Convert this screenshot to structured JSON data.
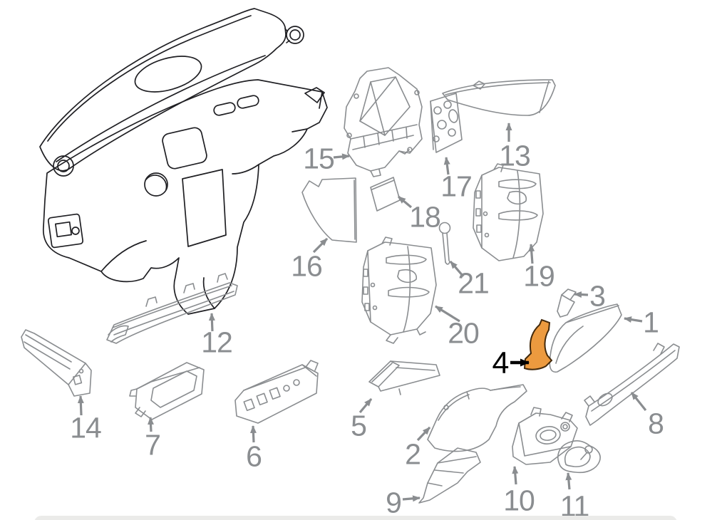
{
  "diagram": {
    "type": "exploded-parts-diagram",
    "colors": {
      "background": "#FFFFFF",
      "part_line": "#8A8D90",
      "main_assembly_line": "#1F1F23",
      "label": "#8A8D90",
      "highlight_fill": "#EC9A3F",
      "highlight_stroke": "#43290B",
      "highlight_label": "#000000",
      "footer_band": "#EBEBE9"
    },
    "parts": [
      {
        "number": "1",
        "highlighted": false
      },
      {
        "number": "2",
        "highlighted": false
      },
      {
        "number": "3",
        "highlighted": false
      },
      {
        "number": "4",
        "highlighted": true
      },
      {
        "number": "5",
        "highlighted": false
      },
      {
        "number": "6",
        "highlighted": false
      },
      {
        "number": "7",
        "highlighted": false
      },
      {
        "number": "8",
        "highlighted": false
      },
      {
        "number": "9",
        "highlighted": false
      },
      {
        "number": "10",
        "highlighted": false
      },
      {
        "number": "11",
        "highlighted": false
      },
      {
        "number": "12",
        "highlighted": false
      },
      {
        "number": "13",
        "highlighted": false
      },
      {
        "number": "14",
        "highlighted": false
      },
      {
        "number": "15",
        "highlighted": false
      },
      {
        "number": "16",
        "highlighted": false
      },
      {
        "number": "17",
        "highlighted": false
      },
      {
        "number": "18",
        "highlighted": false
      },
      {
        "number": "19",
        "highlighted": false
      },
      {
        "number": "20",
        "highlighted": false
      },
      {
        "number": "21",
        "highlighted": false
      }
    ]
  }
}
